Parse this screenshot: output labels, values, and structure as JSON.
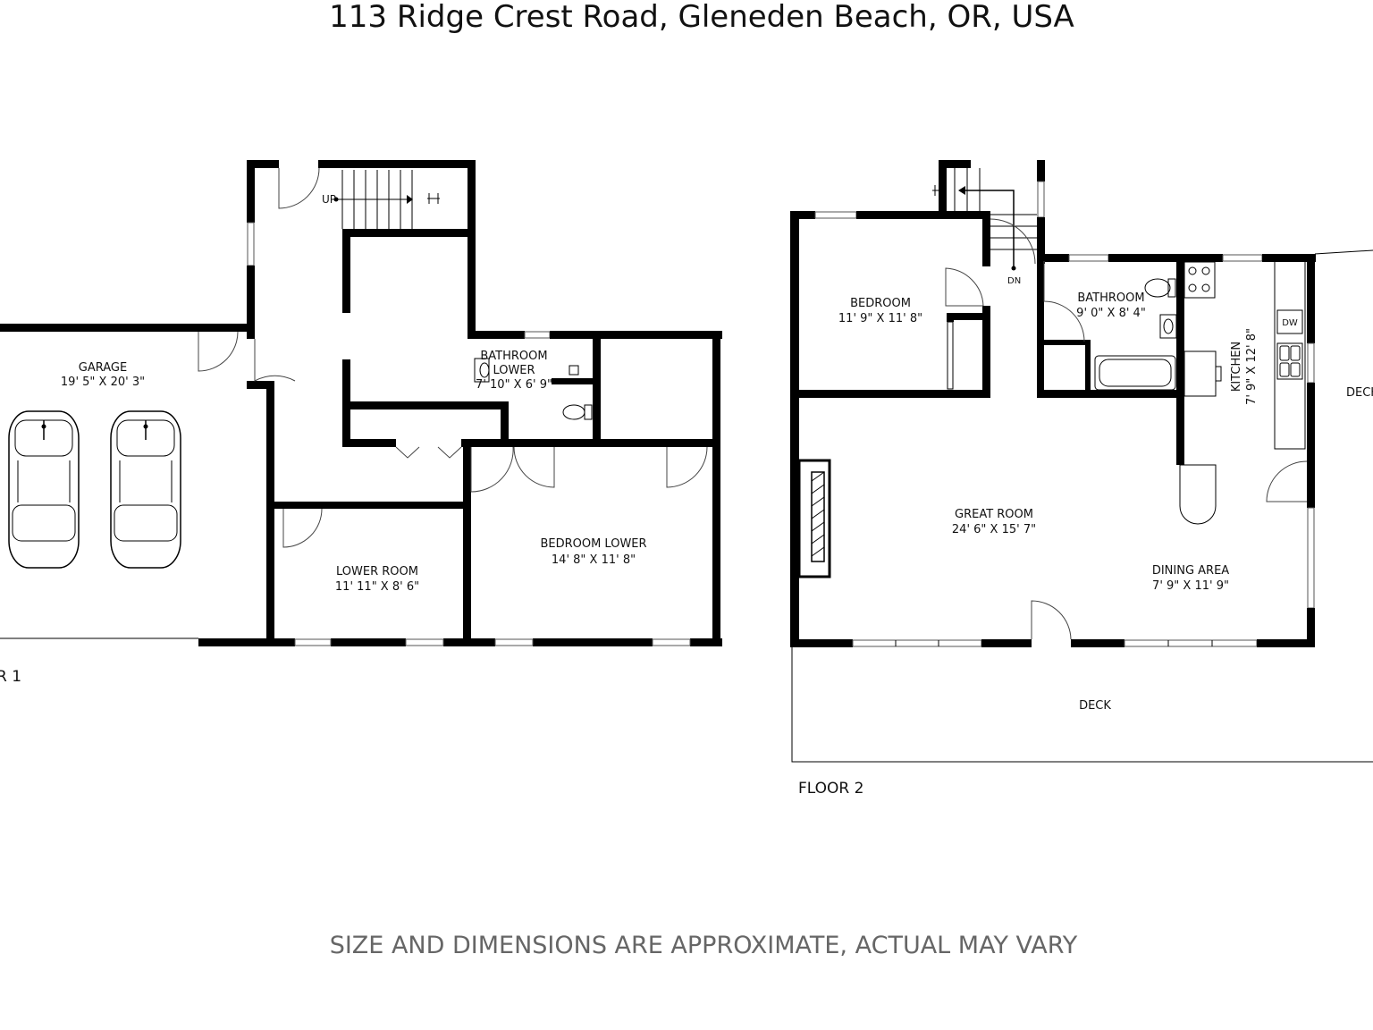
{
  "title": "113 Ridge Crest Road, Gleneden Beach, OR, USA",
  "footer": "SIZE AND DIMENSIONS ARE APPROXIMATE, ACTUAL MAY VARY",
  "floor1": {
    "label": "R 1",
    "stairs_label": "UP",
    "rooms": {
      "garage": {
        "name": "GARAGE",
        "dims": "19' 5\" X 20' 3\""
      },
      "bathroom_lower": {
        "name1": "BATHROOM",
        "name2": "LOWER",
        "dims": "7' 10\" X 6' 9\""
      },
      "lower_room": {
        "name": "LOWER ROOM",
        "dims": "11' 11\" X 8' 6\""
      },
      "bedroom_lower": {
        "name": "BEDROOM LOWER",
        "dims": "14' 8\" X 11' 8\""
      }
    }
  },
  "floor2": {
    "label": "FLOOR 2",
    "stairs_label": "DN",
    "rooms": {
      "bedroom": {
        "name": "BEDROOM",
        "dims": "11' 9\" X 11' 8\""
      },
      "bathroom": {
        "name": "BATHROOM",
        "dims": "9' 0\" X 8' 4\""
      },
      "kitchen": {
        "name": "KITCHEN",
        "dims": "7' 9\" X 12' 8\""
      },
      "great_room": {
        "name": "GREAT ROOM",
        "dims": "24' 6\" X 15' 7\""
      },
      "dining_area": {
        "name": "DINING AREA",
        "dims": "7' 9\" X 11' 9\""
      },
      "deck_bottom": {
        "name": "DECK"
      },
      "deck_right": {
        "name": "DECK"
      }
    },
    "appliance_dw": "DW"
  }
}
